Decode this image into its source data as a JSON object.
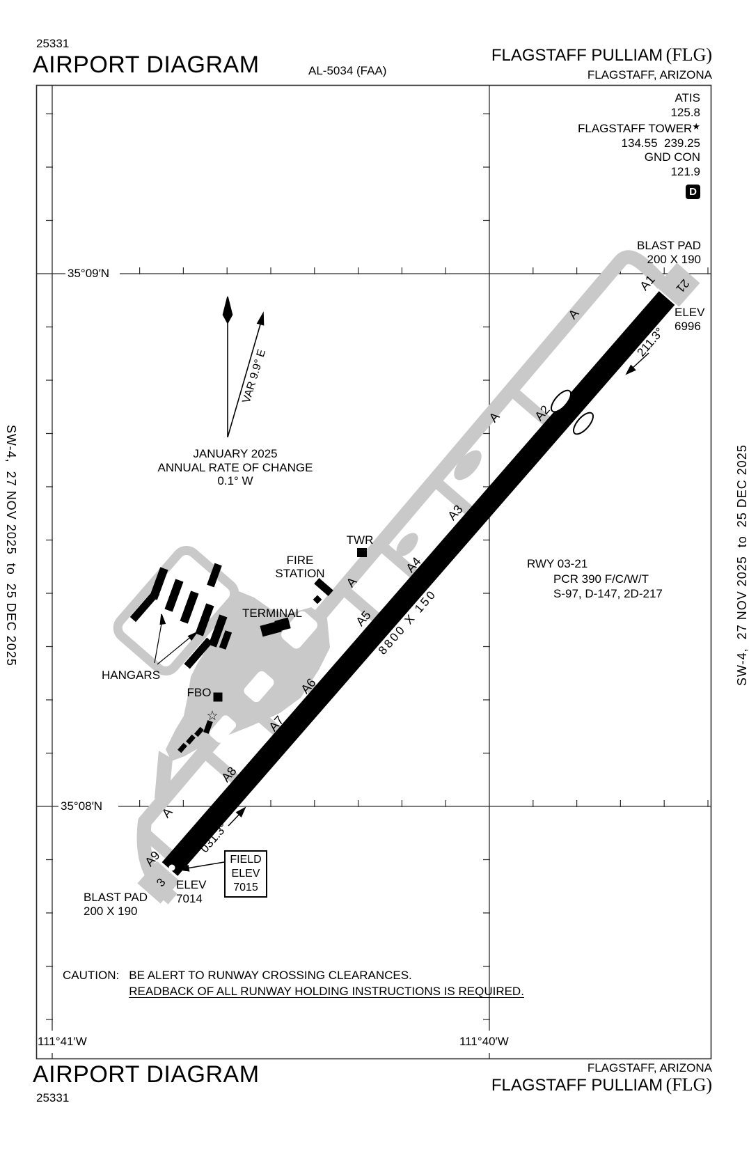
{
  "header": {
    "chart_number": "25331",
    "title": "AIRPORT DIAGRAM",
    "chart_code": "AL-5034 (FAA)",
    "airport_name": "FLAGSTAFF PULLIAM",
    "airport_icao": "(FLG)",
    "city": "FLAGSTAFF, ARIZONA"
  },
  "comms": {
    "atis_label": "ATIS",
    "atis_freq": "125.8",
    "tower_name": "FLAGSTAFF TOWER",
    "tower_star": "★",
    "tower_freqs": "134.55  239.25",
    "ground_label": "GND CON",
    "ground_freq": "121.9",
    "pre_taxi_symbol": "D"
  },
  "edge": {
    "cycle_left": "SW-4,  27 NOV 2025  to  25 DEC 2025",
    "cycle_right": "SW-4,  27 NOV 2025  to  25 DEC 2025"
  },
  "compass": {
    "variation": "VAR 9.9° E",
    "date": "JANUARY 2025",
    "rate_label": "ANNUAL RATE OF CHANGE",
    "rate_value": "0.1° W"
  },
  "graticule": {
    "lat_top": "35°09′N",
    "lat_bottom": "35°08′N",
    "lon_left": "111°41′W",
    "lon_right": "111°40′W"
  },
  "runway": {
    "id_ne": "21",
    "id_sw": "3",
    "hdg_ne": "211.3°",
    "hdg_sw": "031.3°",
    "dimensions": "8800 X 150",
    "elev_label": "ELEV",
    "elev_ne": "6996",
    "elev_sw": "7014",
    "data_title": "RWY 03-21",
    "data_pcr": "PCR 390 F/C/W/T",
    "data_strength": "S-97, D-147, 2D-217"
  },
  "blast_pad": {
    "label": "BLAST PAD",
    "size": "200 X 190"
  },
  "field_elev": {
    "line1": "FIELD",
    "line2": "ELEV",
    "line3": "7015"
  },
  "taxiways": {
    "parallel": "A",
    "connectors": [
      "A1",
      "A2",
      "A3",
      "A4",
      "A5",
      "A6",
      "A7",
      "A8",
      "A9"
    ]
  },
  "facilities": {
    "tower": "TWR",
    "fire1": "FIRE",
    "fire2": "STATION",
    "terminal": "TERMINAL",
    "hangars": "HANGARS",
    "fbo": "FBO"
  },
  "caution": {
    "label": "CAUTION:",
    "line1": "BE ALERT TO RUNWAY CROSSING CLEARANCES.",
    "line2": "READBACK OF ALL RUNWAY HOLDING INSTRUCTIONS IS REQUIRED."
  },
  "icons": {
    "windsock_star": "☆"
  },
  "colors": {
    "pavement": "#c9c9c9",
    "runway": "#000000",
    "ink": "#000000"
  }
}
